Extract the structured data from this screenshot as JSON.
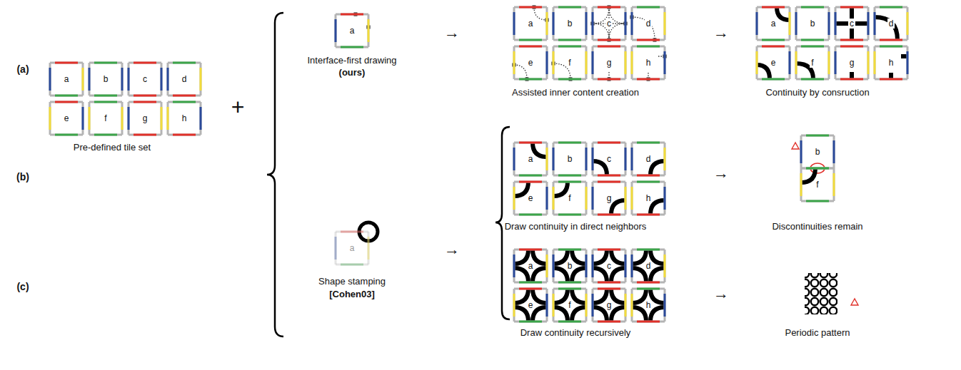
{
  "diagram": {
    "nodes": [
      {
        "text": [
          "a"
        ]
      },
      {
        "text": [
          "b"
        ]
      },
      {
        "text": [
          "c"
        ]
      },
      {
        "text": [
          "d"
        ]
      },
      {
        "text": [
          "e"
        ]
      },
      {
        "text": [
          "f"
        ]
      },
      {
        "text": [
          "g"
        ]
      },
      {
        "text": [
          "h"
        ]
      },
      {
        "text": [
          "a"
        ]
      },
      {
        "text": [
          "a"
        ]
      },
      {
        "text": [
          "b"
        ]
      },
      {
        "text": [
          "c"
        ]
      },
      {
        "text": [
          "d"
        ]
      },
      {
        "text": [
          "e"
        ]
      },
      {
        "text": [
          "f"
        ]
      },
      {
        "text": [
          "g"
        ]
      },
      {
        "text": [
          "h"
        ]
      },
      {
        "text": [
          "a"
        ]
      },
      {
        "text": [
          "b"
        ]
      },
      {
        "text": [
          "c"
        ]
      },
      {
        "text": [
          "d"
        ]
      },
      {
        "text": [
          "e"
        ]
      },
      {
        "text": [
          "f"
        ]
      },
      {
        "text": [
          "g"
        ]
      },
      {
        "text": [
          "h"
        ]
      },
      {
        "text": [
          "a"
        ]
      },
      {
        "text": [
          "a"
        ]
      },
      {
        "text": [
          "b"
        ]
      },
      {
        "text": [
          "c"
        ]
      },
      {
        "text": [
          "d"
        ]
      },
      {
        "text": [
          "e"
        ]
      },
      {
        "text": [
          "f"
        ]
      },
      {
        "text": [
          "g"
        ]
      },
      {
        "text": [
          "h"
        ]
      },
      {
        "text": [
          "b"
        ]
      },
      {
        "text": [
          "f"
        ]
      },
      {
        "text": [
          "a"
        ]
      },
      {
        "text": [
          "b"
        ]
      },
      {
        "text": [
          "c"
        ]
      },
      {
        "text": [
          "d"
        ]
      },
      {
        "text": [
          "e"
        ]
      },
      {
        "text": [
          "f"
        ]
      },
      {
        "text": [
          "g"
        ]
      },
      {
        "text": [
          "h"
        ]
      }
    ],
    "labels": [
      "(a)",
      "(b)",
      "(c)",
      "Pre-defined tile set",
      "+",
      "Interface-first drawing",
      "(ours)",
      "→",
      "Assisted inner content creation",
      "→",
      "Continuity by consruction",
      "Shape stamping",
      "[Cohen03]",
      "→",
      "Draw continuity in direct neighbors",
      "→",
      "Discontinuities remain",
      "Draw continuity recursively",
      "→",
      "Periodic pattern"
    ]
  }
}
